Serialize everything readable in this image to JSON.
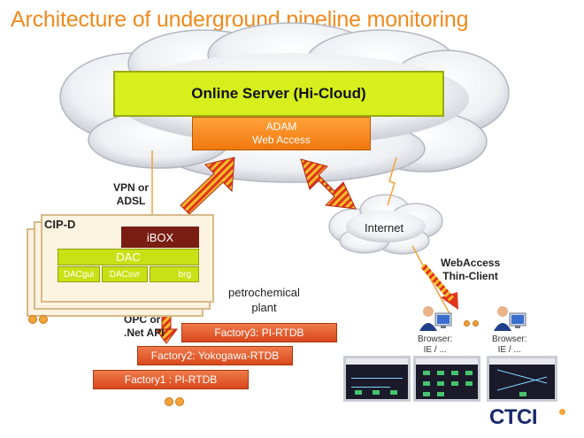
{
  "title": "Architecture of underground pipeline monitoring",
  "server": {
    "label": "Online Server (Hi-Cloud)",
    "adam_line1": "ADAM",
    "adam_line2": "Web Access"
  },
  "links": {
    "vpn_line1": "VPN or",
    "vpn_line2": "ADSL",
    "opc_line1": "OPC or",
    "opc_line2": ".Net API",
    "webaccess_line1": "WebAccess",
    "webaccess_line2": "Thin-Client"
  },
  "internet": "Internet",
  "cipd": {
    "label": "CIP-D",
    "ibox": "iBOX",
    "dac": "DAC",
    "dacgui": "DACgui",
    "dacsvr": "DACsvr",
    "brg": "brg"
  },
  "plant": {
    "line1": "petrochemical",
    "line2": "plant"
  },
  "factories": [
    "Factory3: PI-RTDB",
    "Factory2: Yokogawa-RTDB",
    "Factory1 : PI-RTDB"
  ],
  "browsers": [
    {
      "line1": "Browser:",
      "line2": "IE / ..."
    },
    {
      "line1": "Browser:",
      "line2": "IE / ..."
    }
  ],
  "logo": "CTCI",
  "colors": {
    "title": "#f08a1e",
    "server_fill": "#d7ef1c",
    "adam_fill": "#f58a22",
    "ibox_fill": "#7a1d12",
    "dac_fill": "#c7e214",
    "factory_fill": "#e25a2a",
    "logo": "#1b2a6b"
  }
}
